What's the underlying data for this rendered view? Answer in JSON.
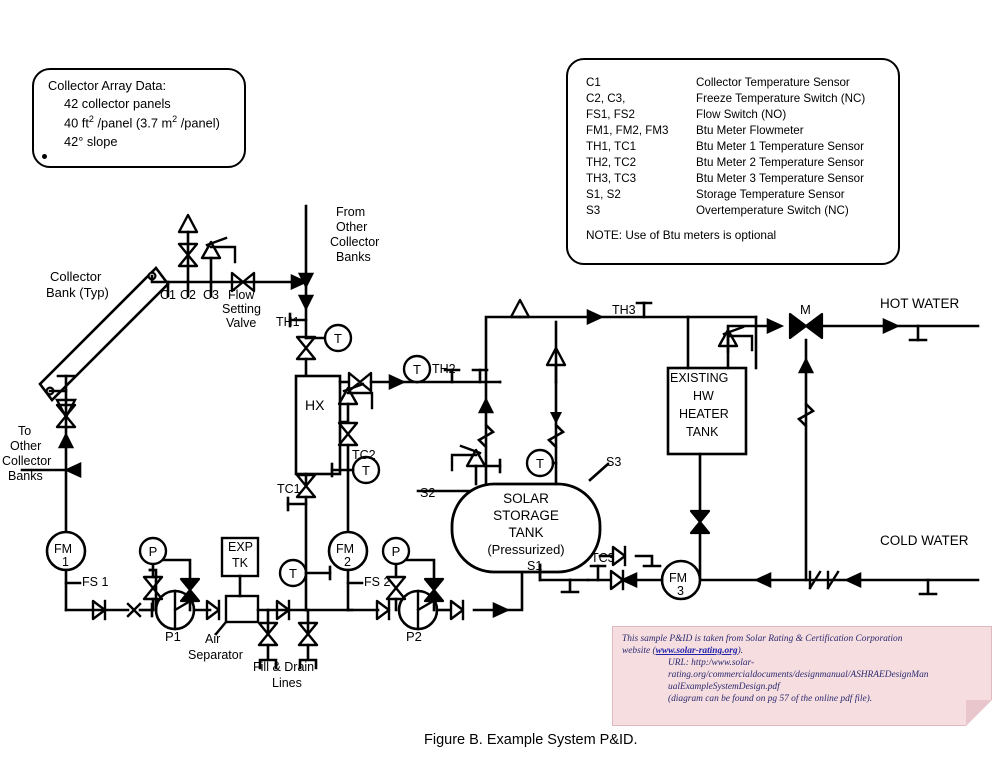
{
  "figure": {
    "caption": "Figure B.  Example System P&ID."
  },
  "collector_array_box": {
    "title": "Collector Array Data:",
    "lines": [
      "42 collector panels",
      "40 ft² /panel (3.7 m² /panel)",
      "42° slope"
    ],
    "line1": "42 collector panels",
    "line2_pre": "40 ft",
    "line2_sup1": "2",
    "line2_mid": " /panel (3.7 m",
    "line2_sup2": "2",
    "line2_post": " /panel)",
    "line3": "42° slope"
  },
  "legend": {
    "rows": [
      {
        "tag": "C1",
        "desc": "Collector Temperature Sensor"
      },
      {
        "tag": "C2, C3,",
        "desc": "Freeze Temperature Switch (NC)"
      },
      {
        "tag": "FS1, FS2",
        "desc": "Flow Switch (NO)"
      },
      {
        "tag": "FM1, FM2, FM3",
        "desc": "Btu Meter Flowmeter"
      },
      {
        "tag": "TH1, TC1",
        "desc": "Btu Meter 1 Temperature Sensor"
      },
      {
        "tag": "TH2, TC2",
        "desc": "Btu Meter 2 Temperature Sensor"
      },
      {
        "tag": "TH3, TC3",
        "desc": "Btu Meter 3 Temperature Sensor"
      },
      {
        "tag": "S1, S2",
        "desc": "Storage Temperature Sensor"
      },
      {
        "tag": "S3",
        "desc": "Overtemperature Switch (NC)"
      }
    ],
    "note": "NOTE:  Use of Btu meters is optional"
  },
  "source_note": {
    "line1": "This sample P&ID is taken from Solar Rating & Certification Corporation",
    "line2_pre": "website (",
    "link": "www.solar-rating.org",
    "line2_post": ").",
    "url_line1": "URL: http:/www.solar-",
    "url_line2": "rating.org/commercialdocuments/designmanual/ASHRAEDesignMan",
    "url_line3": "ualExampleSystemDesign.pdf",
    "url_line4": "(diagram can be found on pg 57 of the online pdf file)."
  },
  "diagram_labels": {
    "collector_bank": "Collector\nBank (Typ)",
    "collector_bank_l1": "Collector",
    "collector_bank_l2": "Bank (Typ)",
    "c1": "C1",
    "c2": "C2",
    "c3": "C3",
    "flow_setting_valve_l1": "Flow",
    "flow_setting_valve_l2": "Setting",
    "flow_setting_valve_l3": "Valve",
    "from_other_l1": "From",
    "from_other_l2": "Other",
    "from_other_l3": "Collector",
    "from_other_l4": "Banks",
    "to_other_l1": "To",
    "to_other_l2": "Other",
    "to_other_l3": "Collector",
    "to_other_l4": "Banks",
    "th1": "TH1",
    "th2": "TH2",
    "th3": "TH3",
    "tc1": "TC1",
    "tc2": "TC2",
    "tc3": "TC3",
    "hx": "HX",
    "fm1_l1": "FM",
    "fm1_l2": "1",
    "fm2_l1": "FM",
    "fm2_l2": "2",
    "fm3_l1": "FM",
    "fm3_l2": "3",
    "fs1": "FS 1",
    "fs2": "FS 2",
    "p1": "P1",
    "p2": "P2",
    "p_gauge": "P",
    "t_gauge": "T",
    "exp_tk_l1": "EXP",
    "exp_tk_l2": "TK",
    "air_separator_l1": "Air",
    "air_separator_l2": "Separator",
    "fill_drain_l1": "Fill & Drain",
    "fill_drain_l2": "Lines",
    "tank_l1": "SOLAR",
    "tank_l2": "STORAGE",
    "tank_l3": "TANK",
    "tank_l4": "(Pressurized)",
    "s1": "S1",
    "s2": "S2",
    "s3": "S3",
    "heater_l1": "EXISTING",
    "heater_l2": "HW",
    "heater_l3": "HEATER",
    "heater_l4": "TANK",
    "mixing_valve": "M",
    "hot_water": "HOT WATER",
    "cold_water": "COLD WATER"
  },
  "colors": {
    "line": "#000000",
    "background": "#ffffff",
    "note_bg": "#f6dde0",
    "note_text": "#2a2a6e",
    "link": "#2222aa"
  }
}
